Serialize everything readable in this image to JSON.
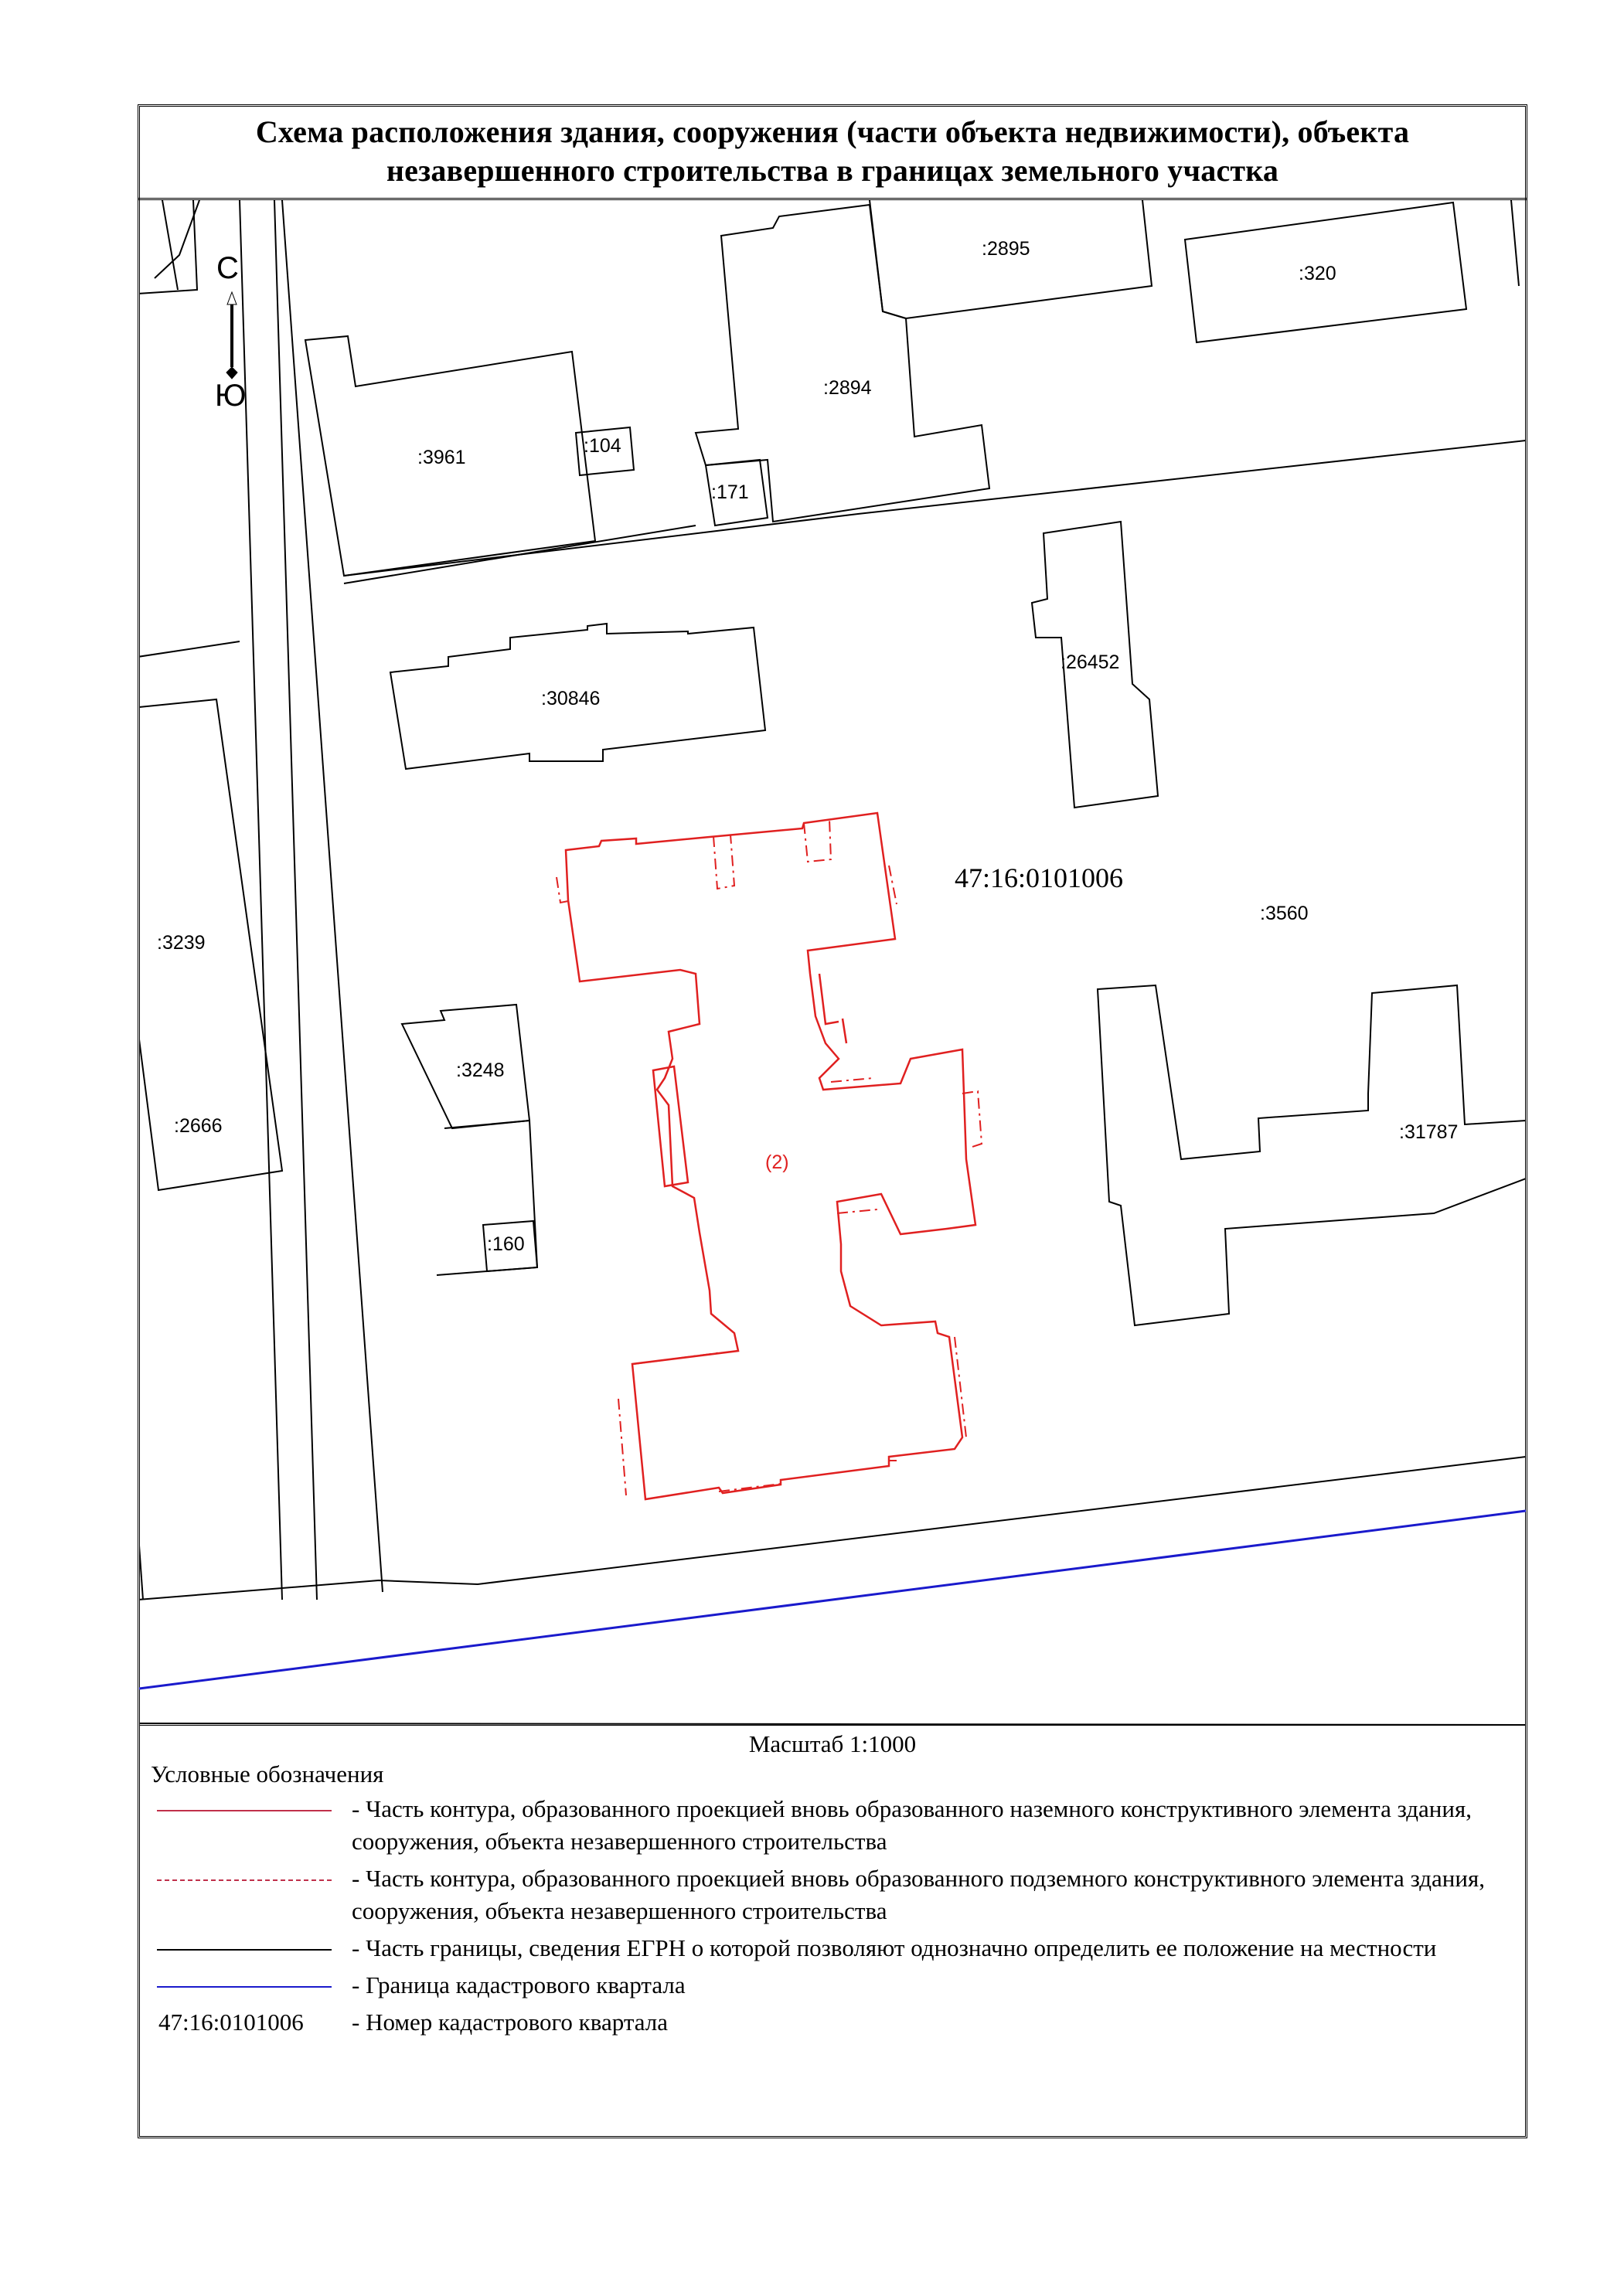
{
  "title": {
    "line1": "Схема расположения здания, сооружения (части объекта недвижимости), объекта",
    "line2": "незавершенного строительства в границах земельного участка"
  },
  "north_arrow": {
    "north": "С",
    "south": "Ю"
  },
  "parcels": {
    "p2895": ":2895",
    "p320": ":320",
    "p2894": ":2894",
    "p3961": ":3961",
    "p104": ":104",
    "p171": ":171",
    "p26452": ":26452",
    "p30846": ":30846",
    "p3560": ":3560",
    "p3239": ":3239",
    "p3248": ":3248",
    "p2666": ":2666",
    "p160": ":160",
    "p31787": ":31787",
    "building": "(2)"
  },
  "quarter_number": "47:16:0101006",
  "scale": "Масштаб 1:1000",
  "legend": {
    "heading": "Условные обозначения",
    "items": [
      {
        "text": "- Часть контура, образованного проекцией вновь образованного наземного конструктивного элемента здания, сооружения, объекта незавершенного строительства",
        "color": "#c0304a",
        "style": "solid"
      },
      {
        "text": "- Часть контура, образованного проекцией вновь образованного подземного конструктивного элемента здания, сооружения, объекта незавершенного строительства",
        "color": "#c0304a",
        "style": "dashdot"
      },
      {
        "text": "- Часть границы, сведения ЕГРН о которой позволяют однозначно определить ее положение на местности",
        "color": "#000000",
        "style": "solid"
      },
      {
        "text": "- Граница кадастрового квартала",
        "color": "#1a1acc",
        "style": "solid"
      }
    ],
    "quarter_code": "47:16:0101006",
    "quarter_text": "- Номер кадастрового квартала"
  },
  "colors": {
    "contour": "#e02020",
    "boundary": "#000000",
    "quarter_line": "#1a1acc"
  }
}
